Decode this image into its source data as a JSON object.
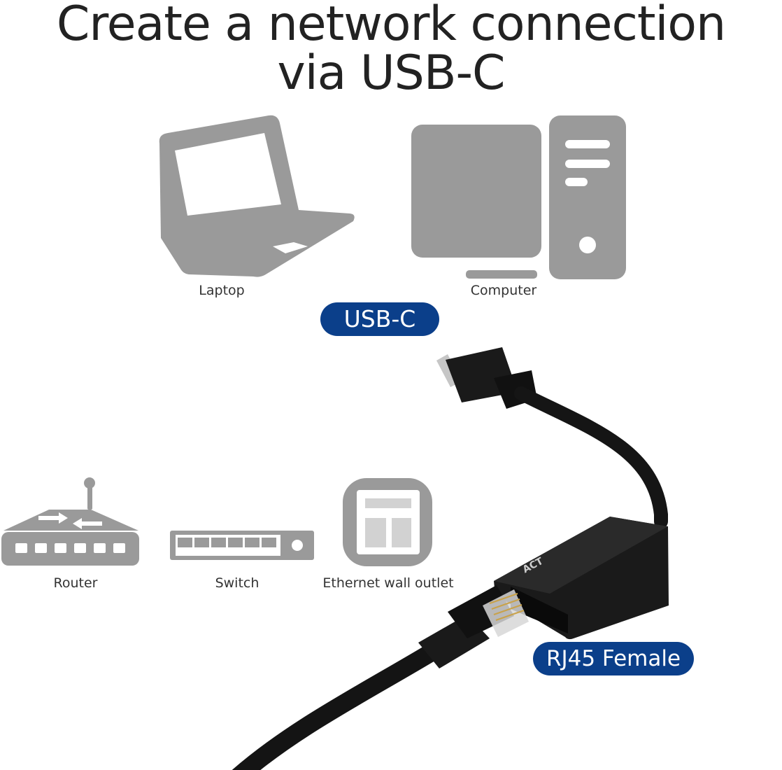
{
  "headline": {
    "line1": "Create a network connection",
    "line2": "via USB-C"
  },
  "devices_top": [
    {
      "label": "Laptop"
    },
    {
      "label": "Computer"
    }
  ],
  "badge_usb": "USB-C",
  "devices_bottom": [
    {
      "label": "Router"
    },
    {
      "label": "Switch"
    },
    {
      "label": "Ethernet wall outlet"
    }
  ],
  "badge_rj45": "RJ45 Female",
  "brand": "ACT",
  "colors": {
    "icon_gray": "#9a9a9a",
    "badge_blue": "#0b3f8a",
    "cable_black": "#151515"
  }
}
